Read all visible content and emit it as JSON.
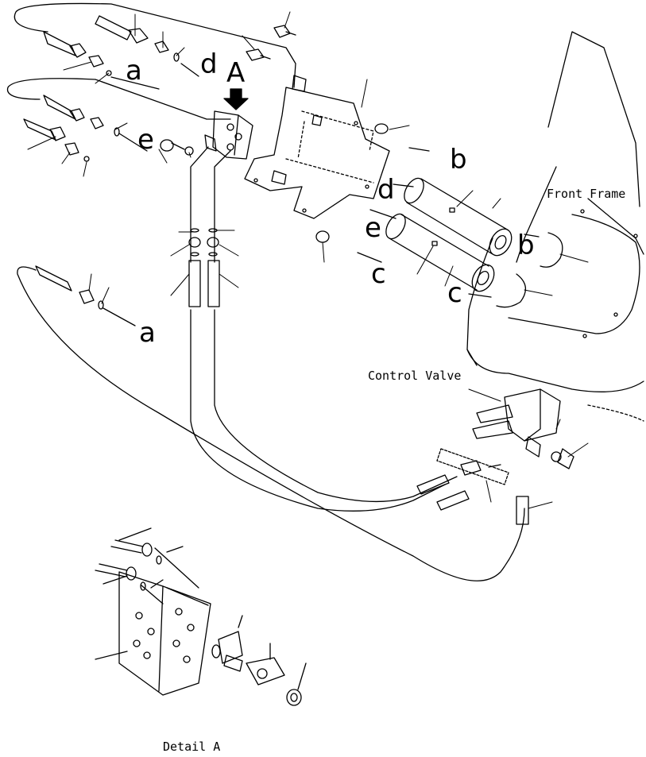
{
  "labels": {
    "front_frame": "Front Frame",
    "control_valve": "Control Valve",
    "detail": "Detail A",
    "detail_arrow": "A"
  },
  "callouts": {
    "a_top": "a",
    "a_bottom": "a",
    "b_top": "b",
    "b_right": "b",
    "c_mid": "c",
    "c_right": "c",
    "d_top": "d",
    "d_mid": "d",
    "e_left": "e",
    "e_mid": "e"
  }
}
